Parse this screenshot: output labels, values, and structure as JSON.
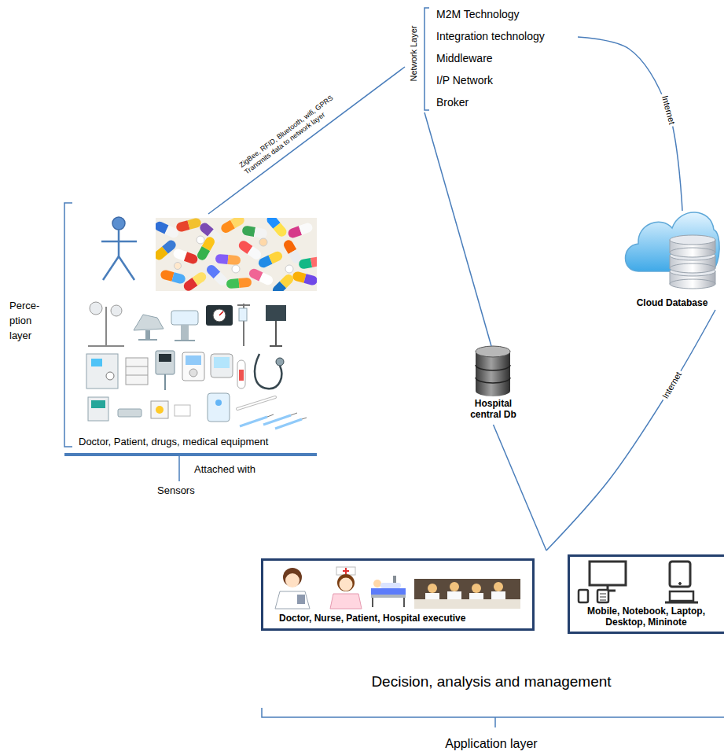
{
  "diagram": {
    "nodes": [
      {
        "text": [
          "Network Layer",
          "M2M Technology",
          "Integration technology",
          "Middleware",
          "I/P Network",
          "Broker"
        ]
      },
      {
        "text": [
          "Perce- ption layer",
          "Doctor, Patient, drugs, medical equipment"
        ]
      },
      {
        "text": [
          "Cloud Database"
        ]
      },
      {
        "text": [
          "Hospital central Db"
        ]
      },
      {
        "text": [
          "Decision, analysis and management",
          "Application layer"
        ]
      },
      {
        "text": [
          "Doctor, Nurse, Patient, Hospital executive"
        ],
        "in": 4
      },
      {
        "text": [
          "Mobile, Notebook, Laptop, Desktop, Mininote"
        ],
        "in": 4
      }
    ],
    "edges": [
      {
        "from": 1,
        "to": 0,
        "arrow": "none",
        "label": "ZigBee, RFID, Bluetooth, wifi, GPRS Transmits data to network layer"
      },
      {
        "from": 0,
        "to": 2,
        "arrow": "none",
        "label": "Internet"
      },
      {
        "from": 0,
        "to": 3,
        "arrow": "none"
      },
      {
        "from": 3,
        "to": 4,
        "arrow": "none"
      },
      {
        "from": 2,
        "to": 4,
        "arrow": "none",
        "label": "Internet"
      }
    ],
    "labels": [
      "Attached with",
      "Sensors"
    ]
  }
}
